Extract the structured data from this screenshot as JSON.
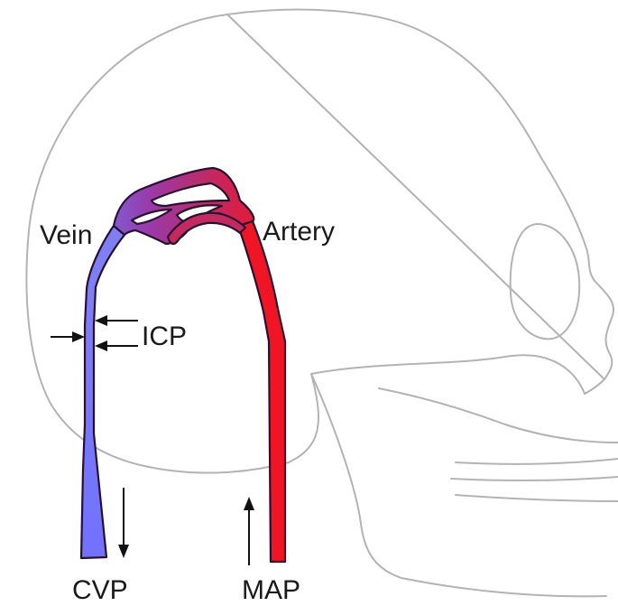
{
  "diagram": {
    "labels": {
      "vein": "Vein",
      "artery": "Artery",
      "icp": "ICP",
      "cvp": "CVP",
      "map": "MAP"
    },
    "colors": {
      "vein": "#7b7bff",
      "artery": "#ff1a1a",
      "bridge": "#9b2f86",
      "skull_outline": "#b3b3b3",
      "arrows": "#111111"
    }
  }
}
